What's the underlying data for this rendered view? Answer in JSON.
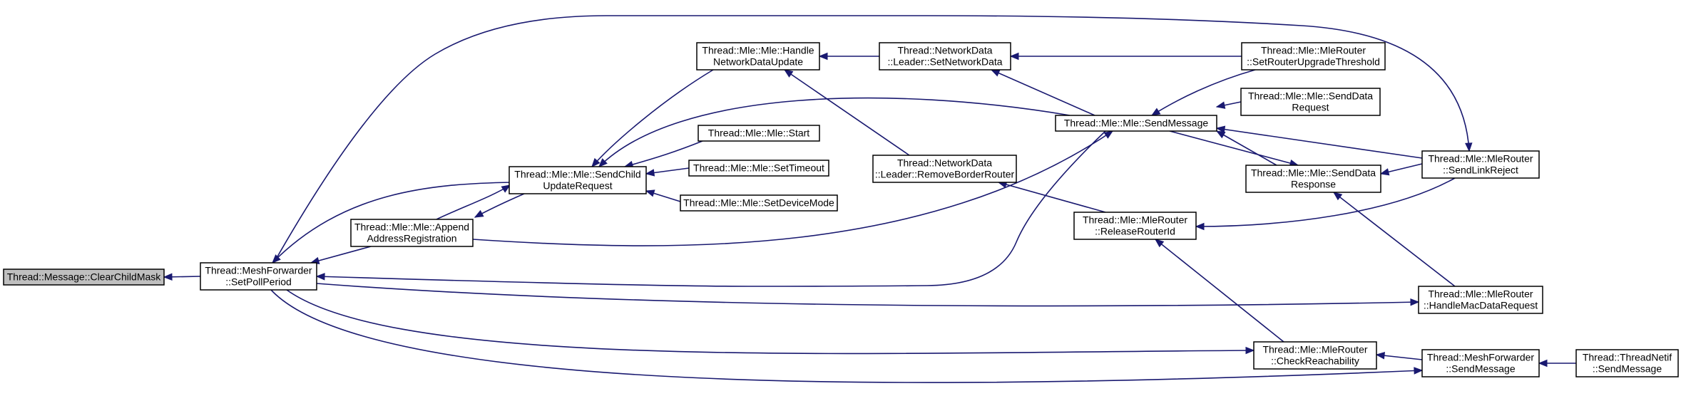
{
  "diagram": {
    "type": "call-graph",
    "colors": {
      "edge": "#191970",
      "root_fill": "#bfbfbf",
      "node_fill": "#ffffff",
      "node_stroke": "#000000"
    },
    "nodes": [
      {
        "id": "clearchildmask",
        "lines": [
          "Thread::Message::ClearChildMask"
        ],
        "root": true
      },
      {
        "id": "setpollperiod",
        "lines": [
          "Thread::MeshForwarder",
          "::SetPollPeriod"
        ]
      },
      {
        "id": "appendaddressreg",
        "lines": [
          "Thread::Mle::Mle::Append",
          "AddressRegistration"
        ]
      },
      {
        "id": "sendchildupdate",
        "lines": [
          "Thread::Mle::Mle::SendChild",
          "UpdateRequest"
        ]
      },
      {
        "id": "handlenetdataupdate",
        "lines": [
          "Thread::Mle::Mle::Handle",
          "NetworkDataUpdate"
        ]
      },
      {
        "id": "mlestart",
        "lines": [
          "Thread::Mle::Mle::Start"
        ]
      },
      {
        "id": "settimeout",
        "lines": [
          "Thread::Mle::Mle::SetTimeout"
        ]
      },
      {
        "id": "setdevicemode",
        "lines": [
          "Thread::Mle::Mle::SetDeviceMode"
        ]
      },
      {
        "id": "setnetworkdata",
        "lines": [
          "Thread::NetworkData",
          "::Leader::SetNetworkData"
        ]
      },
      {
        "id": "removeborderrouter",
        "lines": [
          "Thread::NetworkData",
          "::Leader::RemoveBorderRouter"
        ]
      },
      {
        "id": "mlesendmessage",
        "lines": [
          "Thread::Mle::Mle::SendMessage"
        ]
      },
      {
        "id": "releaserouterid",
        "lines": [
          "Thread::Mle::MleRouter",
          "::ReleaseRouterId"
        ]
      },
      {
        "id": "checkreachability",
        "lines": [
          "Thread::Mle::MleRouter",
          "::CheckReachability"
        ]
      },
      {
        "id": "setrouterupgrade",
        "lines": [
          "Thread::Mle::MleRouter",
          "::SetRouterUpgradeThreshold"
        ]
      },
      {
        "id": "senddatarequest",
        "lines": [
          "Thread::Mle::Mle::SendData",
          "Request"
        ]
      },
      {
        "id": "senddataresponse",
        "lines": [
          "Thread::Mle::Mle::SendData",
          "Response"
        ]
      },
      {
        "id": "sendlinkreject",
        "lines": [
          "Thread::Mle::MleRouter",
          "::SendLinkReject"
        ]
      },
      {
        "id": "handlemacdatarequest",
        "lines": [
          "Thread::Mle::MleRouter",
          "::HandleMacDataRequest"
        ]
      },
      {
        "id": "meshfwdsendmessage",
        "lines": [
          "Thread::MeshForwarder",
          "::SendMessage"
        ]
      },
      {
        "id": "threadnetifsendmessage",
        "lines": [
          "Thread::ThreadNetif",
          "::SendMessage"
        ]
      }
    ],
    "edges": [
      {
        "from": "setpollperiod",
        "to": "clearchildmask"
      },
      {
        "from": "appendaddressreg",
        "to": "setpollperiod"
      },
      {
        "from": "sendchildupdate",
        "to": "setpollperiod"
      },
      {
        "from": "sendchildupdate",
        "to": "appendaddressreg"
      },
      {
        "from": "appendaddressreg",
        "to": "sendchildupdate"
      },
      {
        "from": "handlenetdataupdate",
        "to": "sendchildupdate"
      },
      {
        "from": "mlestart",
        "to": "sendchildupdate"
      },
      {
        "from": "settimeout",
        "to": "sendchildupdate"
      },
      {
        "from": "setdevicemode",
        "to": "sendchildupdate"
      },
      {
        "from": "mlesendmessage",
        "to": "sendchildupdate"
      },
      {
        "from": "appendaddressreg",
        "to": "mlesendmessage"
      },
      {
        "from": "setnetworkdata",
        "to": "handlenetdataupdate"
      },
      {
        "from": "removeborderrouter",
        "to": "handlenetdataupdate"
      },
      {
        "from": "setrouterupgrade",
        "to": "setnetworkdata"
      },
      {
        "from": "mlesendmessage",
        "to": "setnetworkdata"
      },
      {
        "from": "releaserouterid",
        "to": "removeborderrouter"
      },
      {
        "from": "setrouterupgrade",
        "to": "mlesendmessage"
      },
      {
        "from": "senddatarequest",
        "to": "mlesendmessage"
      },
      {
        "from": "senddataresponse",
        "to": "mlesendmessage"
      },
      {
        "from": "mlesendmessage",
        "to": "senddataresponse"
      },
      {
        "from": "sendlinkreject",
        "to": "mlesendmessage"
      },
      {
        "from": "mlesendmessage",
        "to": "setpollperiod"
      },
      {
        "from": "sendlinkreject",
        "to": "senddataresponse"
      },
      {
        "from": "handlemacdatarequest",
        "to": "senddataresponse"
      },
      {
        "from": "sendlinkreject",
        "to": "releaserouterid"
      },
      {
        "from": "checkreachability",
        "to": "releaserouterid"
      },
      {
        "from": "setpollperiod",
        "to": "sendlinkreject"
      },
      {
        "from": "setpollperiod",
        "to": "handlemacdatarequest"
      },
      {
        "from": "setpollperiod",
        "to": "checkreachability"
      },
      {
        "from": "meshfwdsendmessage",
        "to": "checkreachability"
      },
      {
        "from": "setpollperiod",
        "to": "meshfwdsendmessage"
      },
      {
        "from": "threadnetifsendmessage",
        "to": "meshfwdsendmessage"
      }
    ]
  }
}
